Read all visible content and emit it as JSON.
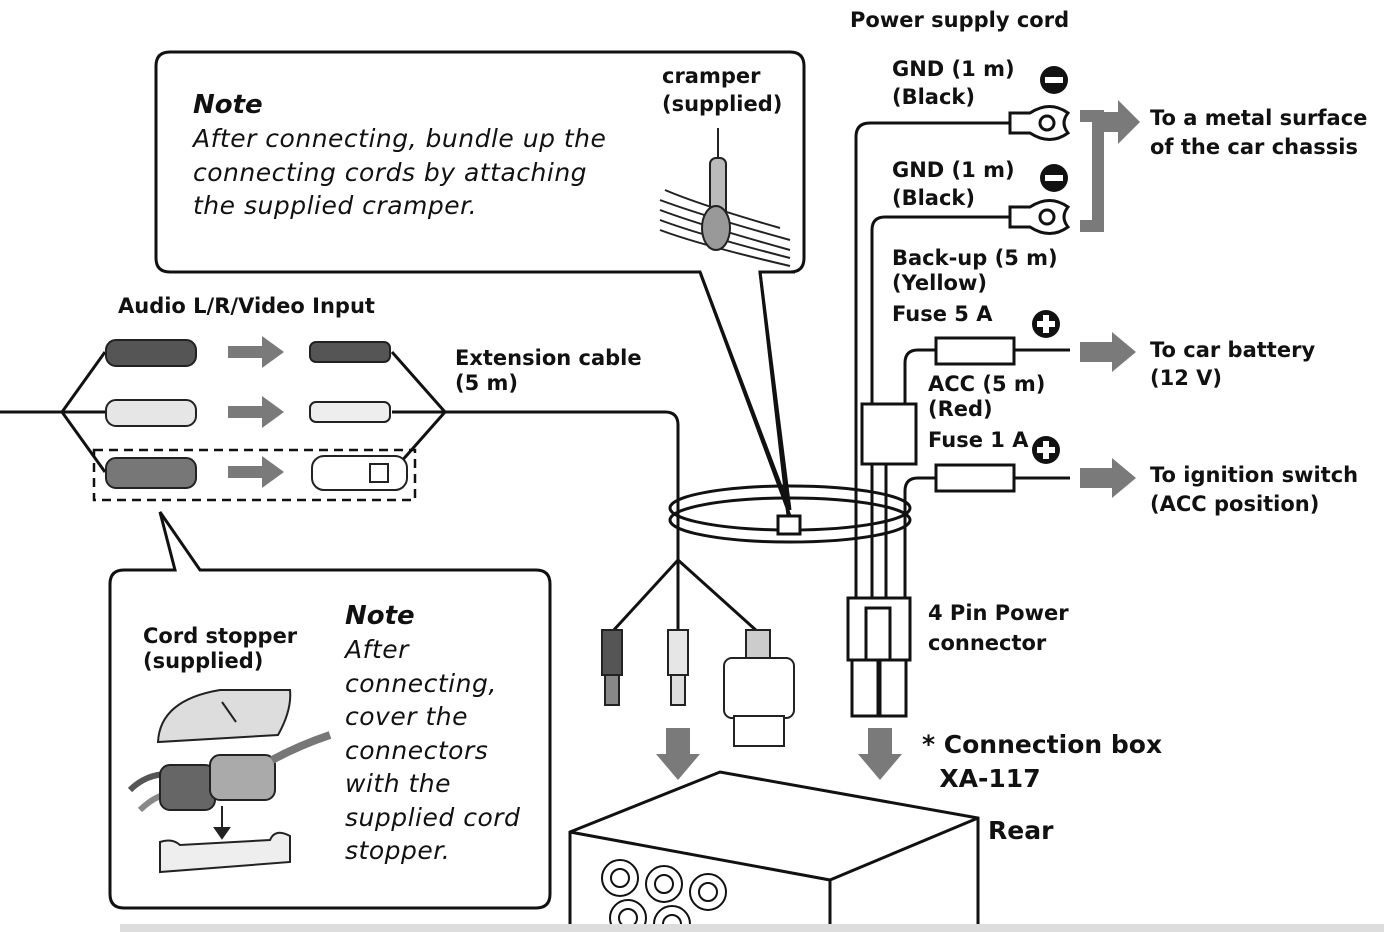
{
  "note_top": {
    "title": "Note",
    "body": "After connecting, bundle up the\nconnecting cords by attaching\nthe supplied cramper."
  },
  "cramper_label": "cramper\n(supplied)",
  "power_supply_cord": "Power supply cord",
  "gnd1": "GND (1 m)\n(Black)",
  "gnd2": "GND (1 m)\n(Black)",
  "metal_surface": "To a metal surface\nof the car chassis",
  "backup": "Back-up (5 m)\n(Yellow)",
  "fuse5": "Fuse 5 A",
  "car_battery": "To car battery\n(12 V)",
  "acc": "ACC (5 m)\n(Red)",
  "fuse1": "Fuse 1 A",
  "ignition": "To ignition switch\n(ACC position)",
  "audio_input": "Audio L/R/Video Input",
  "extension_cable": "Extension cable\n(5 m)",
  "four_pin": "4 Pin Power\nconnector",
  "connection_box": "* Connection box\n  XA-117",
  "rear": "Rear",
  "note_bottom": {
    "title": "Note",
    "body": "After\nconnecting,\ncover the\nconnectors\nwith the\nsupplied cord\nstopper."
  },
  "cord_stopper": "Cord stopper\n(supplied)",
  "symbols": {
    "minus": "−",
    "plus": "+"
  },
  "colors": {
    "line": "#111111",
    "arrow": "#7a7a7a",
    "plug_dark": "#555555",
    "plug_light": "#d8d8d8"
  }
}
